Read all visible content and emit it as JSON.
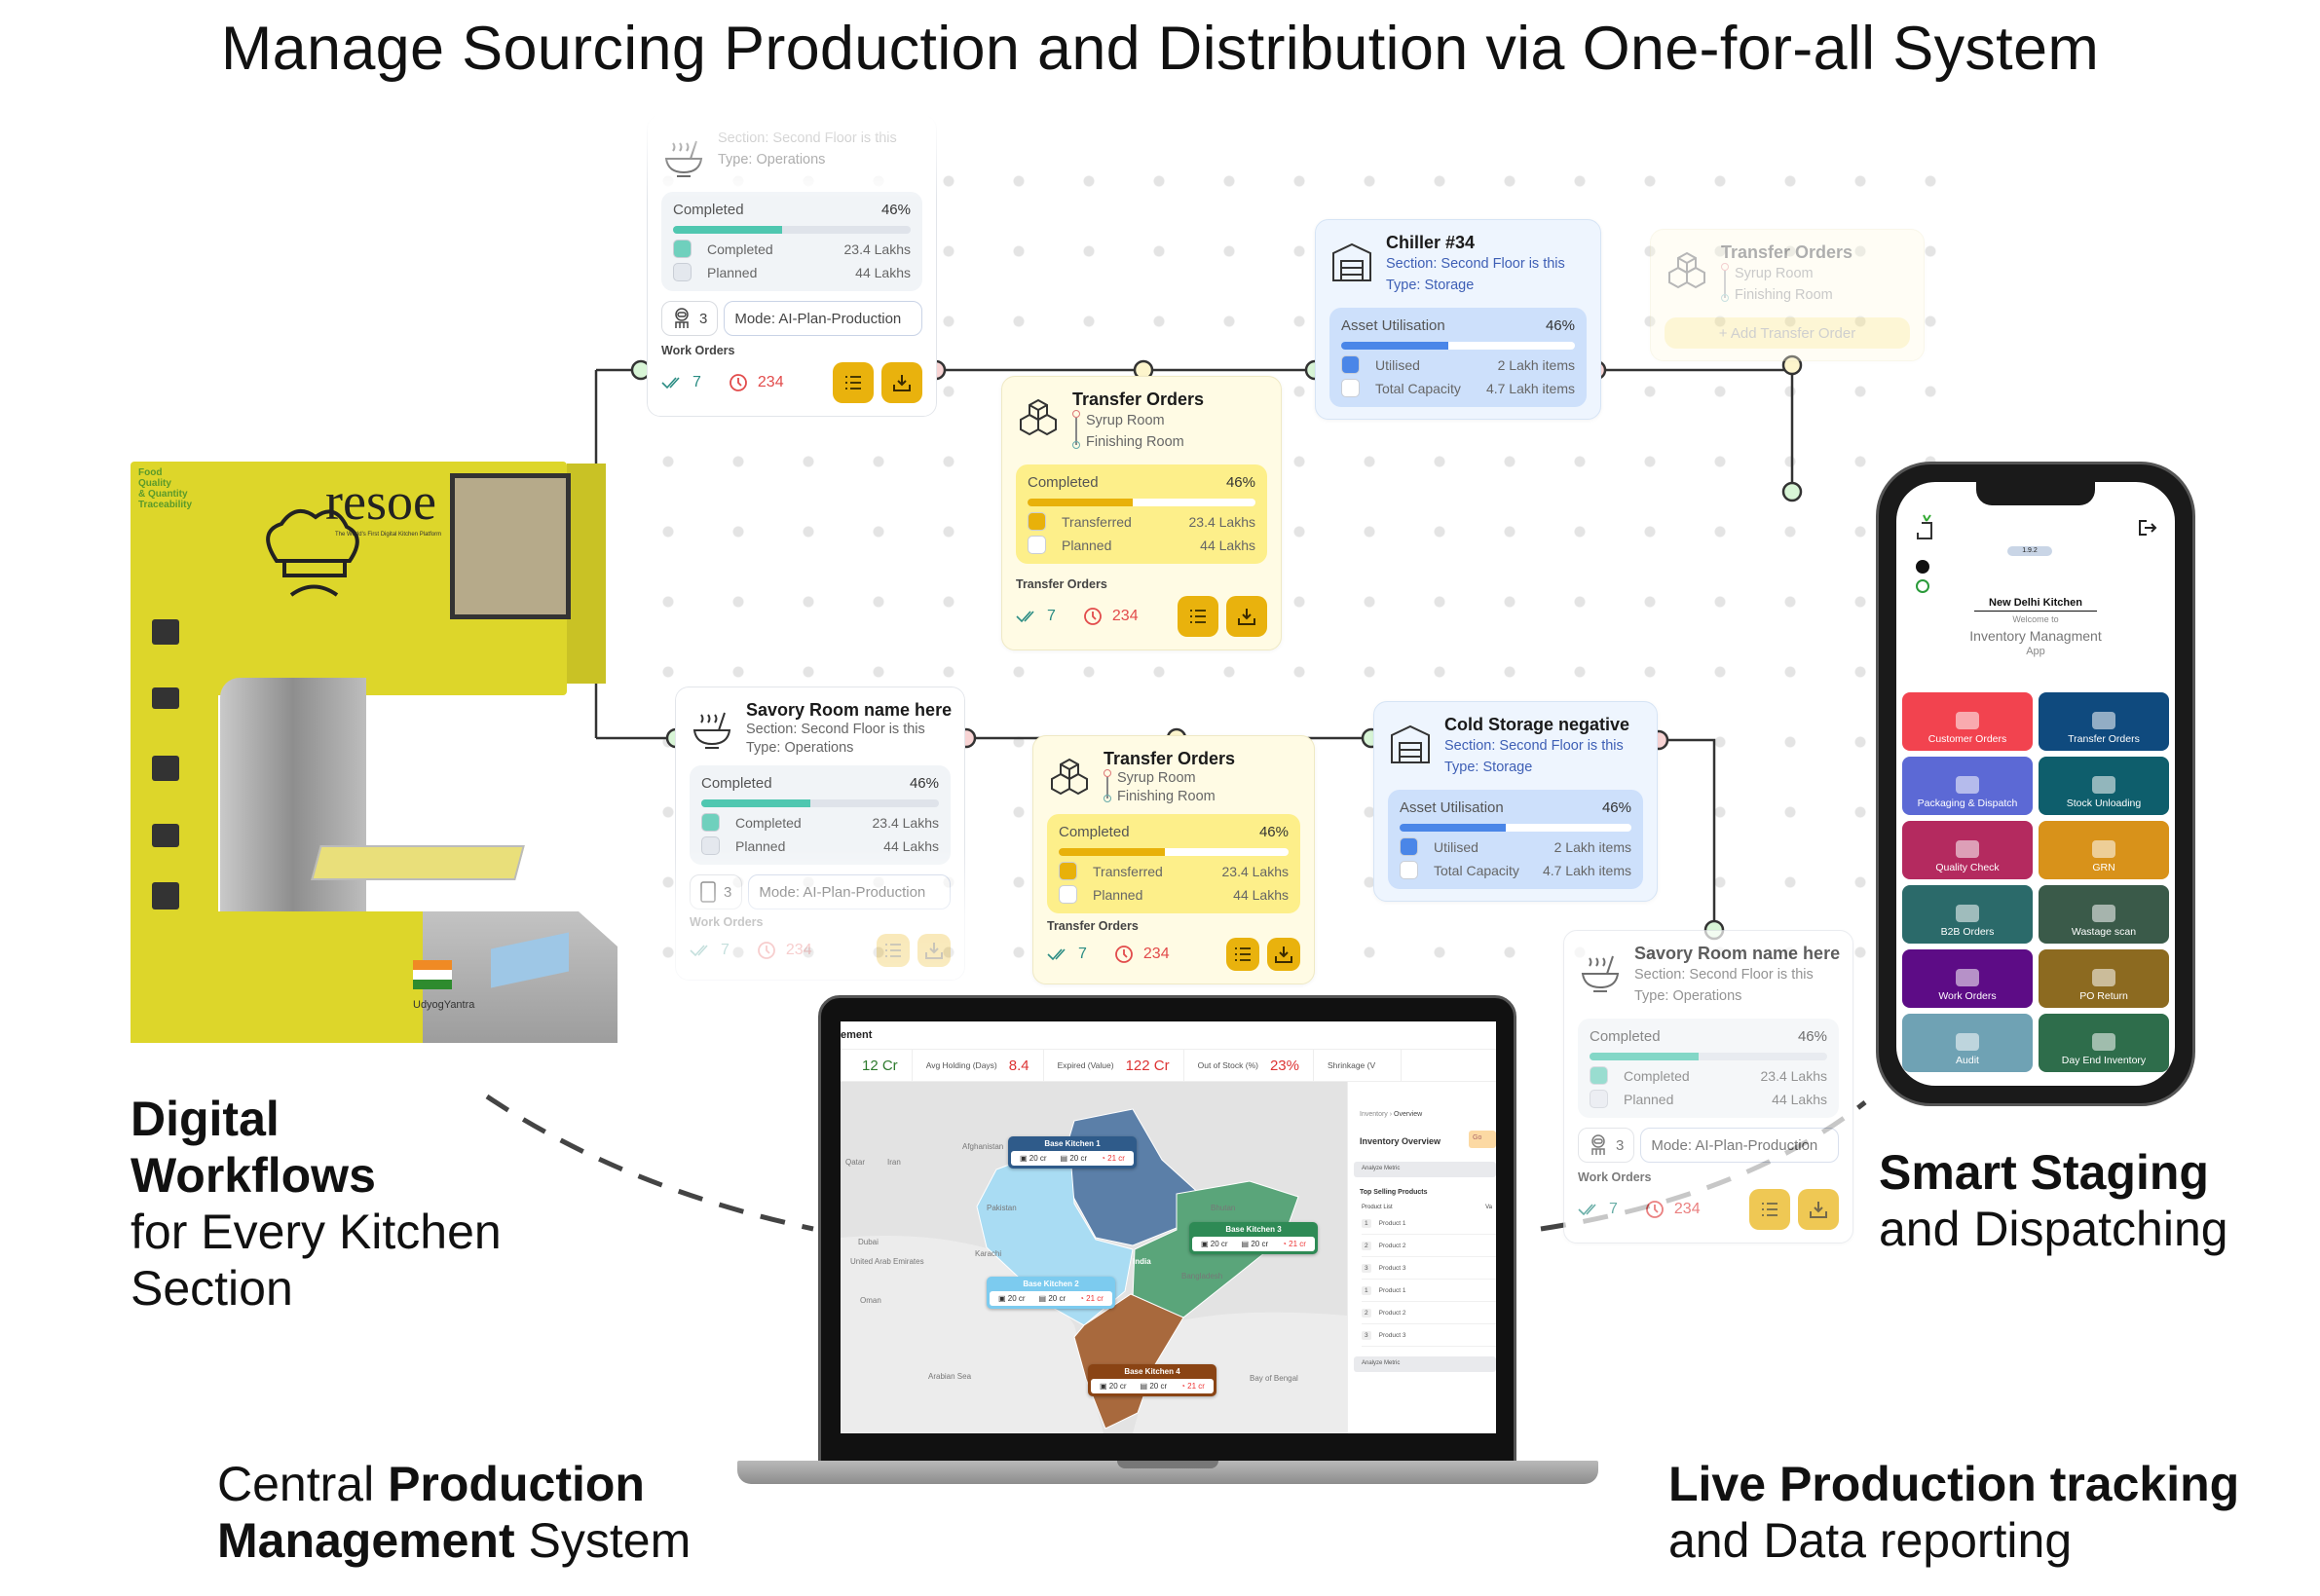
{
  "title": "Manage Sourcing Production and Distribution via One-for-all System",
  "cards": [
    {
      "kind": "work",
      "section": "Section: Second Floor is this",
      "type": "Type: Operations",
      "progress_label": "Completed",
      "progress_pct": "46%",
      "progress": 0.46,
      "legend": [
        {
          "label": "Completed",
          "value": "23.4 Lakhs"
        },
        {
          "label": "Planned",
          "value": "44 Lakhs"
        }
      ],
      "operators": "3",
      "operator_icon": "robot-icon",
      "mode": "Mode: AI-Plan-Production",
      "orders_label": "Work Orders",
      "done": "7",
      "pending": "234"
    },
    {
      "kind": "transfer",
      "title": "Transfer Orders",
      "from": "Syrup Room",
      "to": "Finishing Room",
      "progress_label": "Completed",
      "progress_pct": "46%",
      "progress": 0.46,
      "legend": [
        {
          "label": "Transferred",
          "value": "23.4 Lakhs"
        },
        {
          "label": "Planned",
          "value": "44 Lakhs"
        }
      ],
      "orders_label": "Transfer Orders",
      "done": "7",
      "pending": "234"
    },
    {
      "kind": "storage",
      "title": "Chiller #34",
      "section": "Section: Second Floor is this",
      "type": "Type: Storage",
      "progress_label": "Asset Utilisation",
      "progress_pct": "46%",
      "progress": 0.46,
      "legend": [
        {
          "label": "Utilised",
          "value": "2 Lakh items"
        },
        {
          "label": "Total Capacity",
          "value": "4.7 Lakh items"
        }
      ]
    },
    {
      "kind": "add",
      "title": "Transfer Orders",
      "from": "Syrup Room",
      "to": "Finishing Room",
      "add_label": "+ Add Transfer Order"
    },
    {
      "kind": "work",
      "title": "Savory Room name here",
      "section": "Section: Second Floor is this",
      "type": "Type: Operations",
      "progress_label": "Completed",
      "progress_pct": "46%",
      "progress": 0.46,
      "legend": [
        {
          "label": "Completed",
          "value": "23.4 Lakhs"
        },
        {
          "label": "Planned",
          "value": "44 Lakhs"
        }
      ],
      "operators": "3",
      "operator_icon": "robot-icon",
      "mode": "Mode: AI-Plan-Production",
      "orders_label": "Work Orders",
      "done": "7",
      "pending": "234"
    },
    {
      "kind": "work",
      "title": "Savory Room name here",
      "section": "Section: Second Floor is this",
      "type": "Type: Operations",
      "progress_label": "Completed",
      "progress_pct": "46%",
      "progress": 0.46,
      "legend": [
        {
          "label": "Completed",
          "value": "23.4 Lakhs"
        },
        {
          "label": "Planned",
          "value": "44 Lakhs"
        }
      ],
      "operators": "3",
      "operator_icon": "tablet-icon",
      "mode": "Mode: AI-Plan-Production",
      "orders_label": "Work Orders",
      "done": "7",
      "pending": "234"
    },
    {
      "kind": "transfer",
      "title": "Transfer Orders",
      "from": "Syrup Room",
      "to": "Finishing Room",
      "progress_label": "Completed",
      "progress_pct": "46%",
      "progress": 0.46,
      "legend": [
        {
          "label": "Transferred",
          "value": "23.4 Lakhs"
        },
        {
          "label": "Planned",
          "value": "44 Lakhs"
        }
      ],
      "orders_label": "Transfer Orders",
      "done": "7",
      "pending": "234"
    },
    {
      "kind": "storage",
      "title": "Cold Storage negative",
      "section": "Section: Second Floor is this",
      "type": "Type: Storage",
      "progress_label": "Asset Utilisation",
      "progress_pct": "46%",
      "progress": 0.46,
      "legend": [
        {
          "label": "Utilised",
          "value": "2 Lakh items"
        },
        {
          "label": "Total Capacity",
          "value": "4.7 Lakh items"
        }
      ]
    }
  ],
  "machine": {
    "brand": "resoe",
    "tagline": "The World's First Digital Kitchen Platform",
    "side_text": [
      "Food",
      "Quality",
      "& Quantity",
      "Traceability"
    ],
    "maker": "UdyogYantra"
  },
  "captions": {
    "digital": {
      "bold": [
        "Digital",
        "Workflows"
      ],
      "regular": [
        "for Every Kitchen",
        "Section"
      ]
    },
    "smart": {
      "bold": "Smart Staging",
      "regular": "and Dispatching"
    },
    "central": {
      "line1_regular": "Central ",
      "line1_bold": "Production",
      "line2_bold": "Management",
      "line2_regular": " System"
    },
    "live": {
      "line1_bold": "Live Production tracking",
      "line2_regular": "and Data reporting"
    }
  },
  "dashboard": {
    "header": "ement",
    "kpis": [
      {
        "label": "",
        "value": "12 Cr",
        "color": "#2d7a2d"
      },
      {
        "label": "Avg Holding (Days)",
        "value": "8.4"
      },
      {
        "label": "Expired (Value)",
        "value": "122 Cr"
      },
      {
        "label": "Out of Stock (%)",
        "value": "23%"
      },
      {
        "label": "Shrinkage (V",
        "value": ""
      }
    ],
    "map_labels": [
      "Afghanistan",
      "Iran",
      "Pakistan",
      "Karachi",
      "Dubai",
      "Qatar",
      "United Arab Emirates",
      "Oman",
      "Arabian Sea",
      "Bay of Bengal",
      "Bangladesh",
      "Bhutan",
      "India"
    ],
    "kitchens": [
      {
        "name": "Base Kitchen 1",
        "color": "#2f5b8a",
        "a": "20 cr",
        "b": "20 cr",
        "c": "21 cr"
      },
      {
        "name": "Base Kitchen 2",
        "color": "#7ccbef",
        "a": "20 cr",
        "b": "20 cr",
        "c": "21 cr"
      },
      {
        "name": "Base Kitchen 3",
        "color": "#2e8a55",
        "a": "20 cr",
        "b": "20 cr",
        "c": "21 cr"
      },
      {
        "name": "Base Kitchen 4",
        "color": "#8a4414",
        "a": "20 cr",
        "b": "20 cr",
        "c": "21 cr"
      }
    ],
    "panel": {
      "crumb1": "Inventory",
      "crumb2": "Overview",
      "title": "Inventory Overview",
      "go": "Go",
      "analyze": "Analyze Metric",
      "top": "Top Selling Products",
      "col1": "Product List",
      "col2": "Va",
      "products": [
        {
          "n": "1",
          "name": "Product 1"
        },
        {
          "n": "2",
          "name": "Product 2"
        },
        {
          "n": "3",
          "name": "Product 3"
        },
        {
          "n": "1",
          "name": "Product 1"
        },
        {
          "n": "2",
          "name": "Product 2"
        },
        {
          "n": "3",
          "name": "Product 3"
        }
      ]
    }
  },
  "phone": {
    "version": "1.9.2",
    "kitchen": "New Delhi Kitchen",
    "welcome": "Welcome to",
    "app": "Inventory Managment",
    "app2": "App",
    "tiles": [
      {
        "label": "Customer Orders",
        "color": "#f2434f"
      },
      {
        "label": "Transfer Orders",
        "color": "#0f4a7e"
      },
      {
        "label": "Packaging & Dispatch",
        "color": "#5c69d5"
      },
      {
        "label": "Stock Unloading",
        "color": "#0e5e6c"
      },
      {
        "label": "Quality Check",
        "color": "#b42a5f"
      },
      {
        "label": "GRN",
        "color": "#d8921a"
      },
      {
        "label": "B2B Orders",
        "color": "#2b6a6a"
      },
      {
        "label": "Wastage scan",
        "color": "#3a5a49"
      },
      {
        "label": "Work Orders",
        "color": "#5d0c86"
      },
      {
        "label": "PO Return",
        "color": "#8c6a20"
      },
      {
        "label": "Audit",
        "color": "#6fa2b4"
      },
      {
        "label": "Day End Inventory",
        "color": "#2e6d4b"
      }
    ]
  }
}
